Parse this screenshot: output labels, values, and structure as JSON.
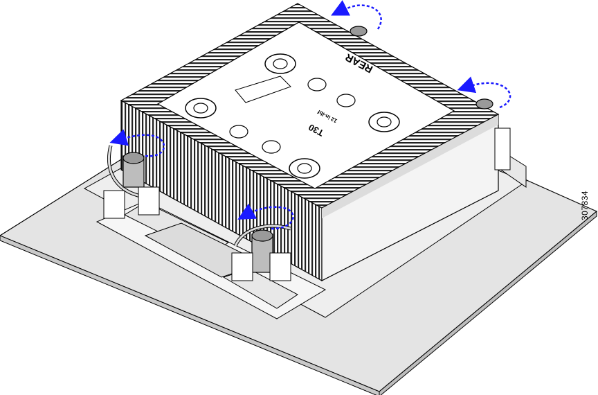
{
  "figure": {
    "id_label": "307834",
    "heatsink_labels": {
      "rear": "REAR",
      "model": "T30",
      "torque": "12 in-lbf"
    },
    "arrow_color": "#1a1aff",
    "line_color": "#000000",
    "fill_gray": "#d9d9d9",
    "icons": [
      "counterclockwise-arrow-icon",
      "screw-icon",
      "torx-icon",
      "padlock-icon"
    ]
  }
}
